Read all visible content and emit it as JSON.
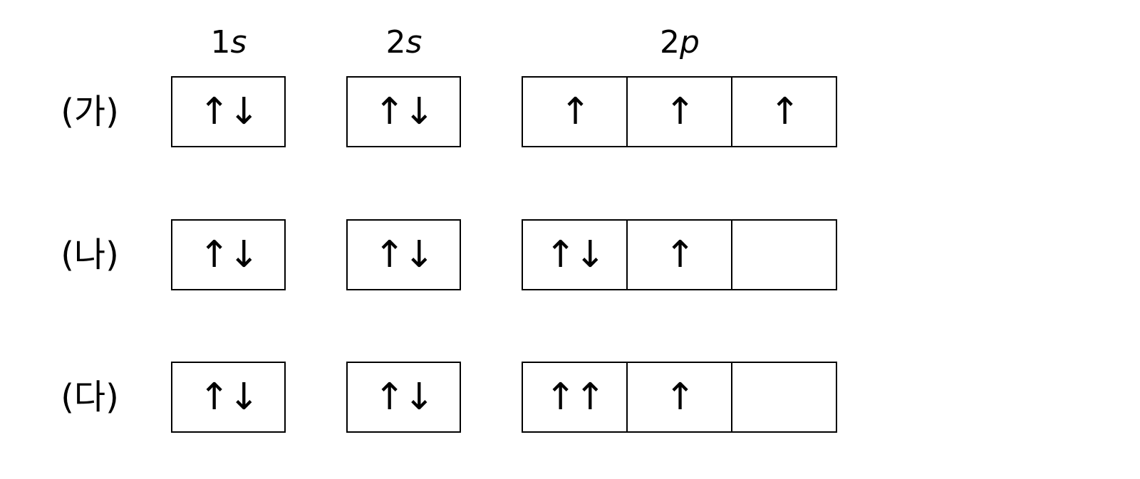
{
  "headers": [
    {
      "number": "1",
      "letter": "s"
    },
    {
      "number": "2",
      "letter": "s"
    },
    {
      "number": "2",
      "letter": "p"
    }
  ],
  "rows": [
    {
      "label": "(가)",
      "s1": [
        "↑↓"
      ],
      "s2": [
        "↑↓"
      ],
      "p2": [
        "↑",
        "↑",
        "↑"
      ]
    },
    {
      "label": "(나)",
      "s1": [
        "↑↓"
      ],
      "s2": [
        "↑↓"
      ],
      "p2": [
        "↑↓",
        "↑",
        ""
      ]
    },
    {
      "label": "(다)",
      "s1": [
        "↑↓"
      ],
      "s2": [
        "↑↓"
      ],
      "p2": [
        "↑↑",
        "↑",
        ""
      ]
    }
  ]
}
